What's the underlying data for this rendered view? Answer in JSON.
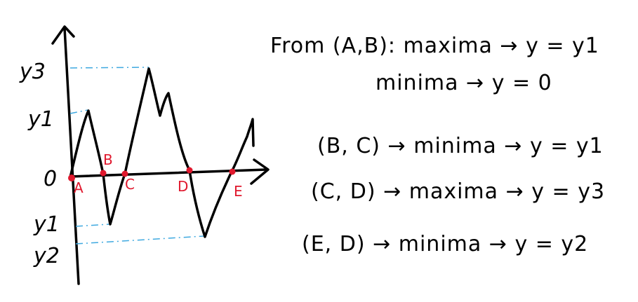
{
  "colors": {
    "ink": "#000000",
    "points": "#e0182d",
    "guides": "#3fa9e0"
  },
  "axis_labels": {
    "y3_top": "y3",
    "y1_top": "y1",
    "zero": "0",
    "y1_bottom": "y1",
    "y2_bottom": "y2"
  },
  "points": {
    "A": "A",
    "B": "B",
    "C": "C",
    "D": "D",
    "E": "E"
  },
  "notes": {
    "line1": "From (A,B): maxima → y = y1",
    "line2": "minima → y = 0",
    "line3": "(B, C) → minima → y = y1",
    "line4": "(C, D) → maxima → y = y3",
    "line5": "(E, D) → minima → y = y2"
  }
}
